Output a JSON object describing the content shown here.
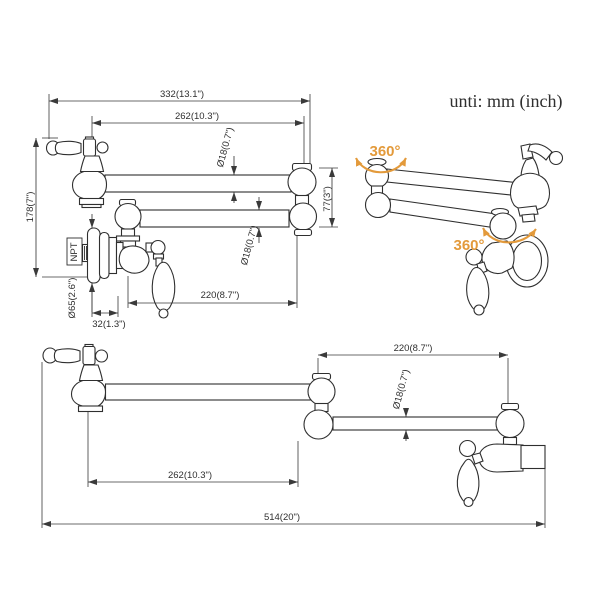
{
  "unit_label": "unti: mm (inch)",
  "colors": {
    "line": "#2f2f2f",
    "accent_orange": "#e39a3b",
    "background": "#ffffff"
  },
  "side_view": {
    "dims": {
      "overall_width": "332(13.1\")",
      "arm_span": "262(10.3\")",
      "height": "178(7\")",
      "pipe_diameter_upper": "Ø18(0.7\")",
      "arm_offset": "77(3\")",
      "pipe_diameter_lower": "Ø18(0.7\")",
      "thread": "NPT",
      "lower_arm": "220(8.7\")",
      "flange_diameter": "Ø65(2.6\")",
      "wall_offset": "32(1.3\")"
    }
  },
  "perspective_view": {
    "rotation_labels": [
      "360°",
      "360°"
    ]
  },
  "top_view": {
    "dims": {
      "second_arm": "220(8.7\")",
      "pipe_diameter": "Ø18(0.7\")",
      "first_arm": "262(10.3\")",
      "overall_length": "514(20\")"
    }
  }
}
